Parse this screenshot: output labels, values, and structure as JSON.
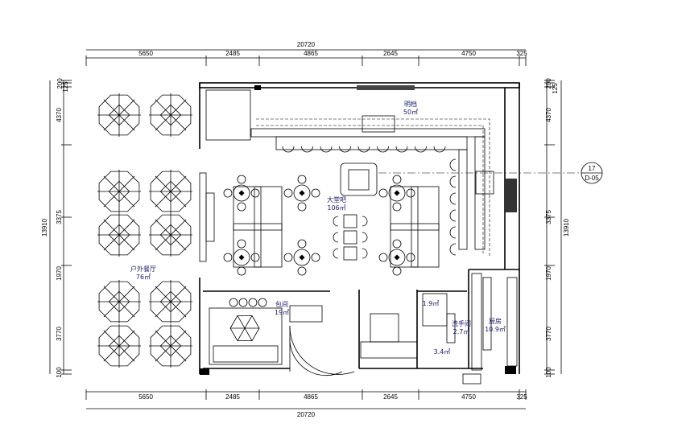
{
  "dimensions": {
    "top_total": "20720",
    "top_segments": [
      "5650",
      "2485",
      "4865",
      "2645",
      "4750",
      "325"
    ],
    "bottom_total": "20720",
    "bottom_segments": [
      "5650",
      "2485",
      "4865",
      "2645",
      "4750",
      "325"
    ],
    "left_total": "13910",
    "left_segments": [
      "200",
      "125",
      "4370",
      "3375",
      "1970",
      "3770",
      "100"
    ],
    "right_total": "13910",
    "right_segments": [
      "200",
      "125",
      "4370",
      "3375",
      "1970",
      "3770",
      "100"
    ]
  },
  "rooms": {
    "open_kitchen": {
      "name": "明档",
      "area": "50㎡"
    },
    "lobby_bar": {
      "name": "大堂吧",
      "area": "106㎡"
    },
    "outdoor_dining": {
      "name": "户外餐厅",
      "area": "76㎡"
    },
    "private_room": {
      "name": "包间",
      "area": "19㎡"
    },
    "restroom_a": {
      "area": "1.9㎡"
    },
    "washroom": {
      "name": "洗手间",
      "area": "2.7㎡"
    },
    "restroom_b": {
      "area": "3.4㎡"
    },
    "kitchen": {
      "name": "厨房",
      "area": "10.9㎡"
    }
  },
  "section_marker": {
    "number": "17",
    "sheet": "D-05"
  }
}
